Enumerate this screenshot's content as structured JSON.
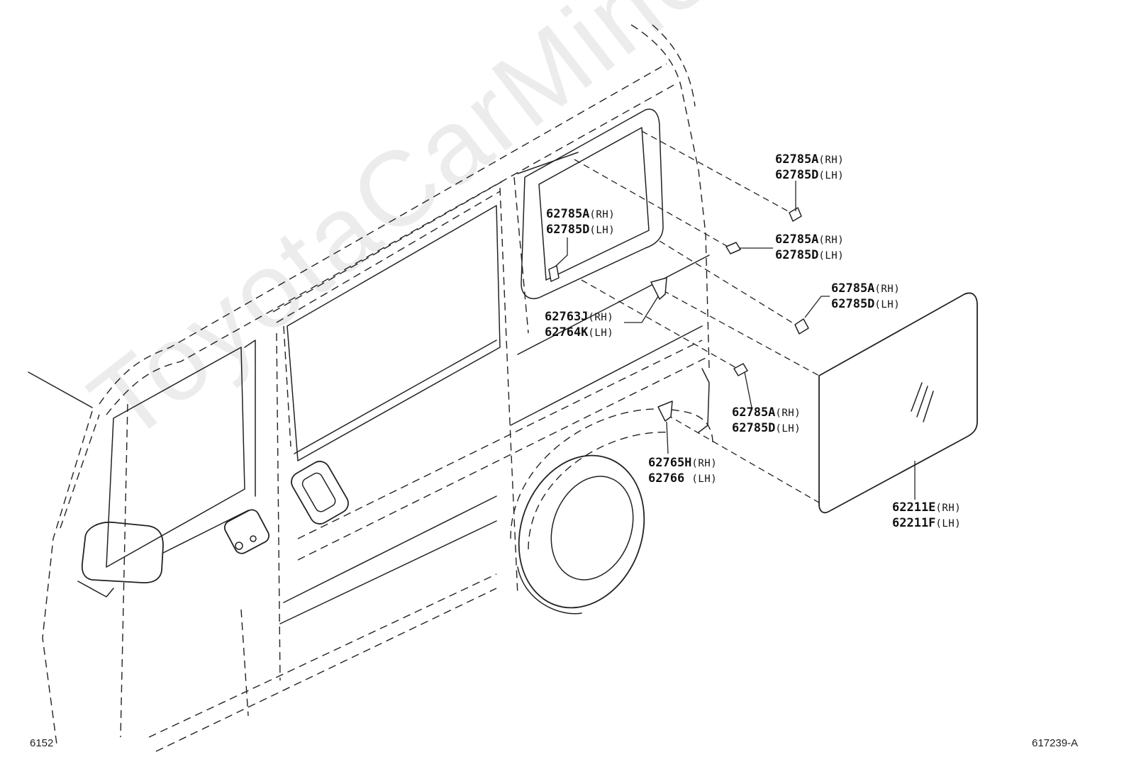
{
  "watermark": "ToyotaCarMine.ru",
  "callouts": [
    {
      "id": "c1",
      "line1": "62785A",
      "sfx1": "(RH)",
      "line2": "62785D",
      "sfx2": "(LH)"
    },
    {
      "id": "c2",
      "line1": "62785A",
      "sfx1": "(RH)",
      "line2": "62785D",
      "sfx2": "(LH)"
    },
    {
      "id": "c3",
      "line1": "62785A",
      "sfx1": "(RH)",
      "line2": "62785D",
      "sfx2": "(LH)"
    },
    {
      "id": "c4",
      "line1": "62785A",
      "sfx1": "(RH)",
      "line2": "62785D",
      "sfx2": "(LH)"
    },
    {
      "id": "c5",
      "line1": "62785A",
      "sfx1": "(RH)",
      "line2": "62785D",
      "sfx2": "(LH)"
    },
    {
      "id": "c6",
      "line1": "62763J",
      "sfx1": "(RH)",
      "line2": "62764K",
      "sfx2": "(LH)"
    },
    {
      "id": "c7",
      "line1": "62765H",
      "sfx1": "(RH)",
      "line2": "62766 ",
      "sfx2": "(LH)"
    },
    {
      "id": "c8",
      "line1": "62211E",
      "sfx1": "(RH)",
      "line2": "62211F",
      "sfx2": "(LH)"
    }
  ],
  "footer": {
    "left_code": "6152",
    "right_code": "617239-A"
  }
}
